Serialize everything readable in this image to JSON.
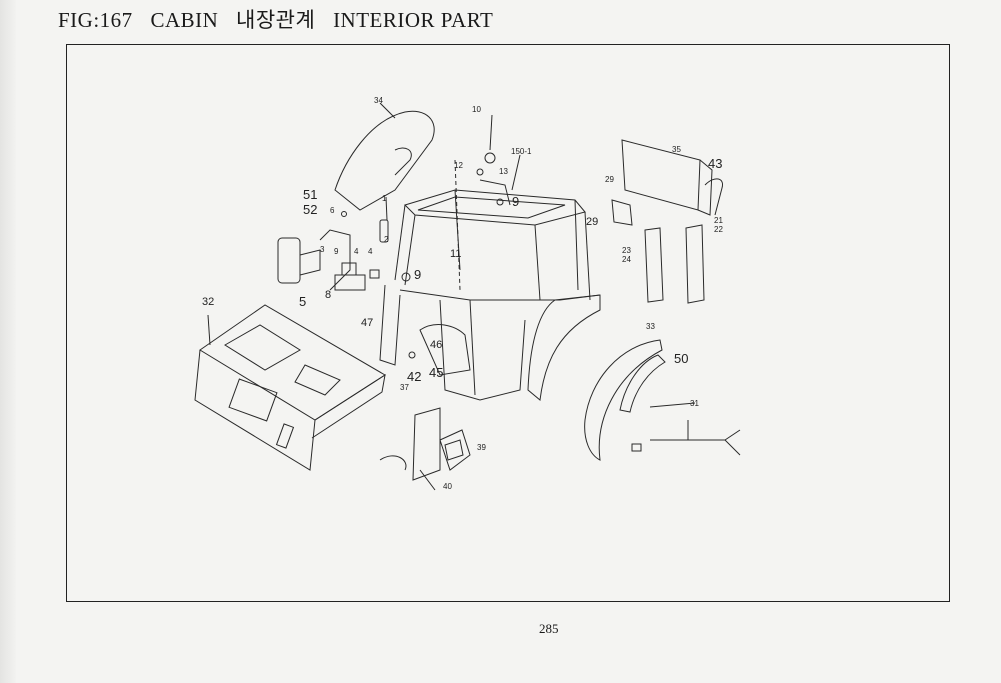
{
  "header": {
    "fig_no": "FIG:167",
    "section": "CABIN",
    "korean": "내장관계",
    "english": "INTERIOR PART"
  },
  "labels": {
    "l34": "34",
    "l10": "10",
    "l150": "150-1",
    "l12": "12",
    "l13": "13",
    "l9a": "9",
    "l35": "35",
    "l43": "43",
    "l29a": "29",
    "l29b": "29",
    "l21": "21",
    "l22": "22",
    "l23": "23",
    "l24": "24",
    "l51": "51",
    "l52": "52",
    "l6": "6",
    "l1": "1",
    "l2": "2",
    "l3": "3",
    "l4a": "4",
    "l9b": "9",
    "l4b": "4",
    "l9c": "9",
    "l11": "11",
    "l8": "8",
    "l5": "5",
    "l47": "47",
    "l32": "32",
    "l46": "46",
    "l42": "42",
    "l45": "45",
    "l37": "37",
    "l39": "39",
    "l40": "40",
    "l33": "33",
    "l50": "50",
    "l31": "31"
  },
  "footer": {
    "page": "285"
  }
}
